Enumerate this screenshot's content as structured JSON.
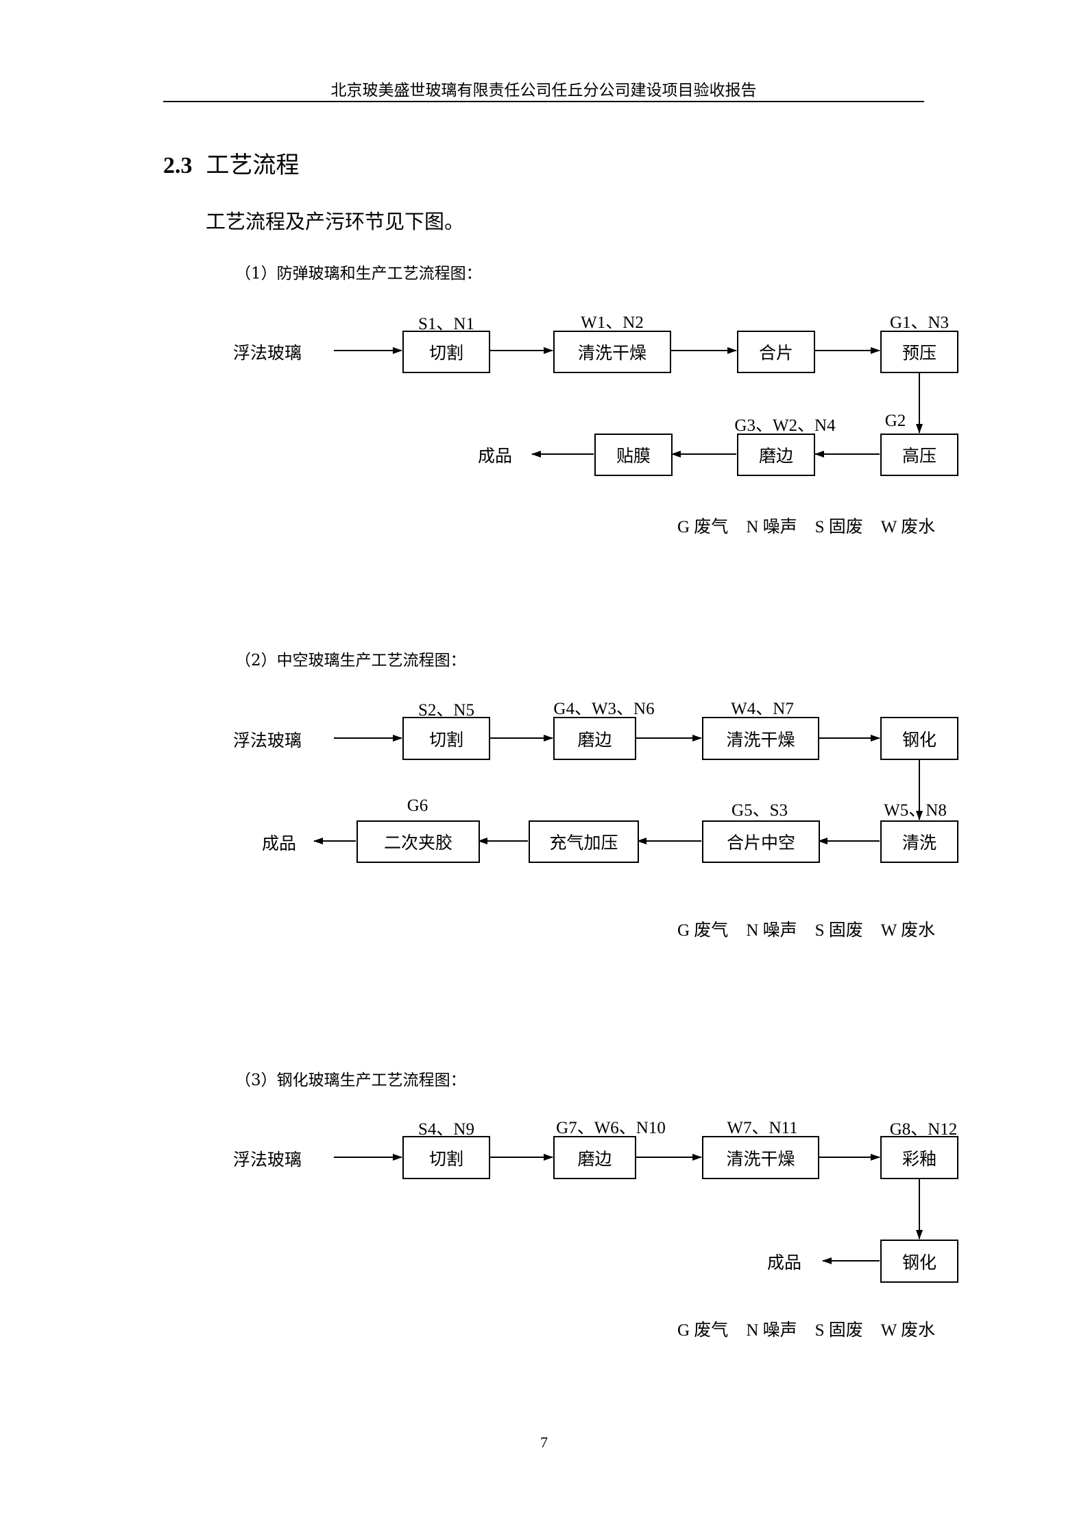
{
  "header": {
    "title": "北京玻美盛世玻璃有限责任公司任丘分公司建设项目验收报告"
  },
  "section": {
    "number": "2.3",
    "title": "工艺流程"
  },
  "intro": "工艺流程及产污环节见下图。",
  "diagrams": [
    {
      "caption": "（1）防弹玻璃和生产工艺流程图：",
      "input": "浮法玻璃",
      "output": "成品",
      "boxes": [
        "切割",
        "清洗干燥",
        "合片",
        "预压",
        "高压",
        "磨边",
        "贴膜"
      ],
      "labels": [
        "S1、N1",
        "W1、N2",
        "G1、N3",
        "G3、W2、N4",
        "G2"
      ],
      "legend": [
        "G 废气",
        "N 噪声",
        "S 固废",
        "W 废水"
      ]
    },
    {
      "caption": "（2）中空玻璃生产工艺流程图：",
      "input": "浮法玻璃",
      "output": "成品",
      "boxes": [
        "切割",
        "磨边",
        "清洗干燥",
        "钢化",
        "清洗",
        "合片中空",
        "充气加压",
        "二次夹胶"
      ],
      "labels": [
        "S2、N5",
        "G4、W3、N6",
        "W4、N7",
        "W5、N8",
        "G5、S3",
        "G6"
      ],
      "legend": [
        "G 废气",
        "N 噪声",
        "S 固废",
        "W 废水"
      ]
    },
    {
      "caption": "（3）钢化玻璃生产工艺流程图：",
      "input": "浮法玻璃",
      "output": "成品",
      "boxes": [
        "切割",
        "磨边",
        "清洗干燥",
        "彩釉",
        "钢化"
      ],
      "labels": [
        "S4、N9",
        "G7、W6、N10",
        "W7、N11",
        "G8、N12"
      ],
      "legend": [
        "G 废气",
        "N 噪声",
        "S 固废",
        "W 废水"
      ]
    }
  ],
  "page_number": "7"
}
